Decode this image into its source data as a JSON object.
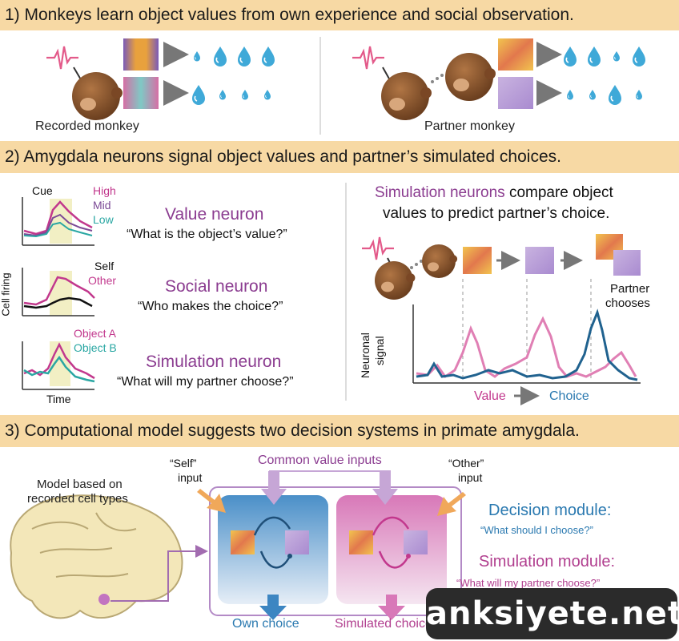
{
  "sections": {
    "s1": {
      "title": "1) Monkeys learn object values from own experience and social observation."
    },
    "s2": {
      "title": "2) Amygdala neurons signal object values and partner’s simulated choices."
    },
    "s3": {
      "title": "3) Computational model suggests two decision systems in primate amygdala."
    }
  },
  "panel1": {
    "recorded_label": "Recorded monkey",
    "partner_label": "Partner monkey"
  },
  "panel2": {
    "cue": "Cue",
    "value_legend": [
      "High",
      "Mid",
      "Low"
    ],
    "social_legend": [
      "Self",
      "Other"
    ],
    "sim_legend": [
      "Object A",
      "Object B"
    ],
    "ylabel": "Cell firing",
    "xlabel": "Time",
    "value_title": "Value neuron",
    "value_q": "“What is the object’s value?”",
    "social_title": "Social neuron",
    "social_q": "“Who makes the choice?”",
    "sim_title": "Simulation neuron",
    "sim_q": "“What will my partner choose?”",
    "right_title_colored": "Simulation neurons",
    "right_title_rest": "compare object",
    "right_title_line2": "values to predict partner’s choice.",
    "partner_chooses_1": "Partner",
    "partner_chooses_2": "chooses",
    "signal_ylabel_1": "Neuronal",
    "signal_ylabel_2": "signal",
    "value_label": "Value",
    "choice_label": "Choice"
  },
  "panel3": {
    "model_1": "Model based on",
    "model_2": "recorded cell types",
    "self_input_1": "“Self”",
    "self_input_2": "input",
    "common_inputs": "Common value inputs",
    "other_input_1": "“Other”",
    "other_input_2": "input",
    "decision_title": "Decision module:",
    "decision_q": "“What should I choose?”",
    "simulation_title": "Simulation module:",
    "simulation_q": "“What will my partner choose?”",
    "own_choice": "Own choice",
    "simulated_choice": "Simulated choice"
  },
  "watermark": "anksiyete.net",
  "colors": {
    "banner": "#f7d9a4",
    "magenta": "#c2388d",
    "teal": "#2aa7a3",
    "blue": "#2a79b0",
    "purple": "#8b3c90",
    "water": "#3fa9d8"
  }
}
